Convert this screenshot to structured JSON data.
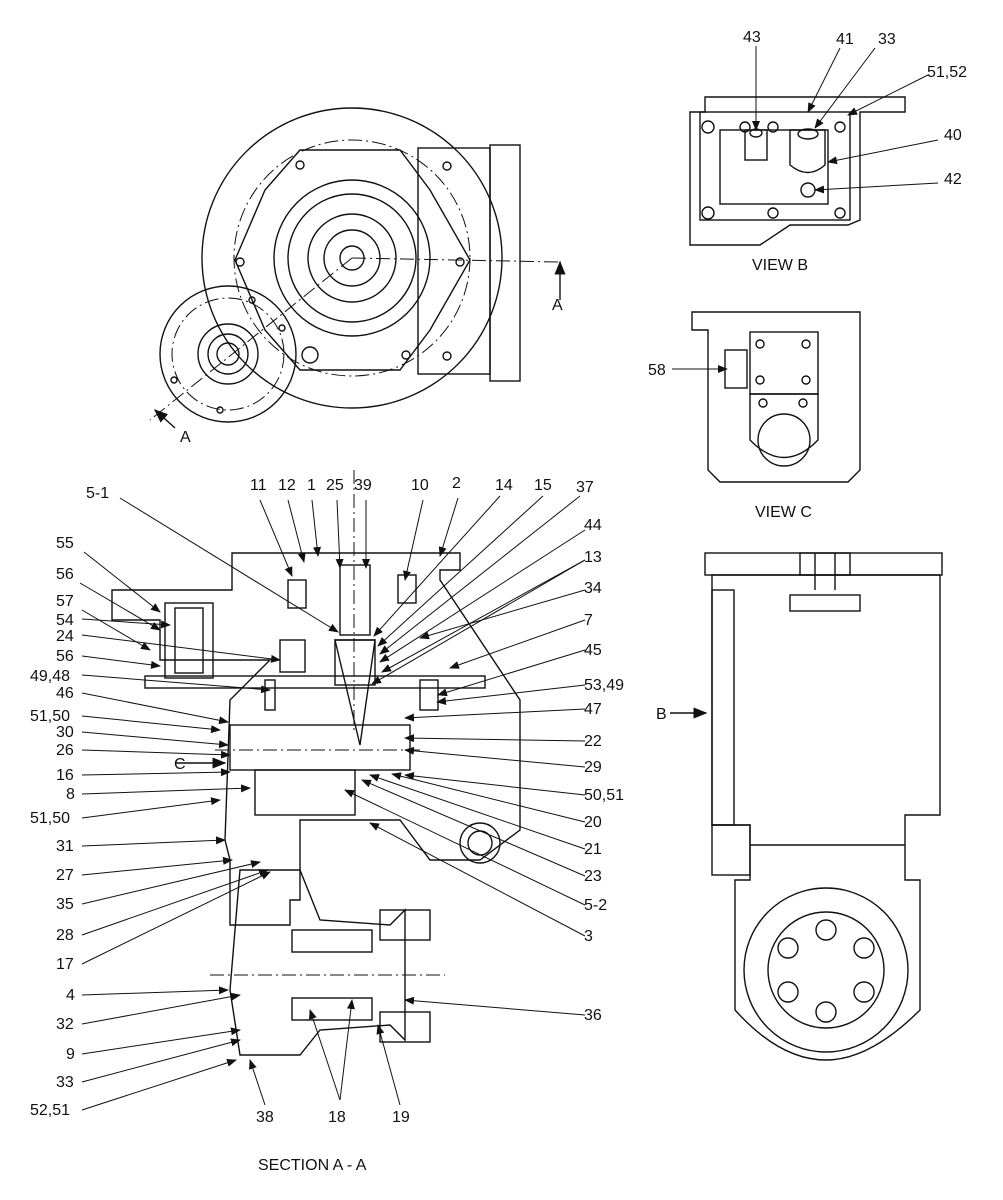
{
  "captions": {
    "view_b": "VIEW B",
    "view_c": "VIEW C",
    "section": "SECTION A - A",
    "section_mark_top": "A",
    "section_mark_left": "A",
    "view_mark_b": "B",
    "view_mark_c": "C"
  },
  "callouts": {
    "c43": "43",
    "c41": "41",
    "c33a": "33",
    "c5152a": "51,52",
    "c40": "40",
    "c42": "42",
    "c58": "58",
    "c5_1": "5-1",
    "c11": "11",
    "c12": "12",
    "c1": "1",
    "c25": "25",
    "c39": "39",
    "c10": "10",
    "c2": "2",
    "c14": "14",
    "c15": "15",
    "c37": "37",
    "c44": "44",
    "c13": "13",
    "c34": "34",
    "c7": "7",
    "c45": "45",
    "c5349": "53,49",
    "c47": "47",
    "c22": "22",
    "c29": "29",
    "c5051r": "50,51",
    "c20": "20",
    "c21": "21",
    "c23": "23",
    "c5_2": "5-2",
    "c3": "3",
    "c36": "36",
    "c19": "19",
    "c18": "18",
    "c38": "38",
    "c55": "55",
    "c56a": "56",
    "c57": "57",
    "c54": "54",
    "c24": "24",
    "c56b": "56",
    "c4948": "49,48",
    "c46": "46",
    "c5150a": "51,50",
    "c30": "30",
    "c26": "26",
    "c16": "16",
    "c8": "8",
    "c5150b": "51,50",
    "c31": "31",
    "c27": "27",
    "c35": "35",
    "c28": "28",
    "c17": "17",
    "c4": "4",
    "c32": "32",
    "c9": "9",
    "c33b": "33",
    "c5251": "52,51"
  }
}
